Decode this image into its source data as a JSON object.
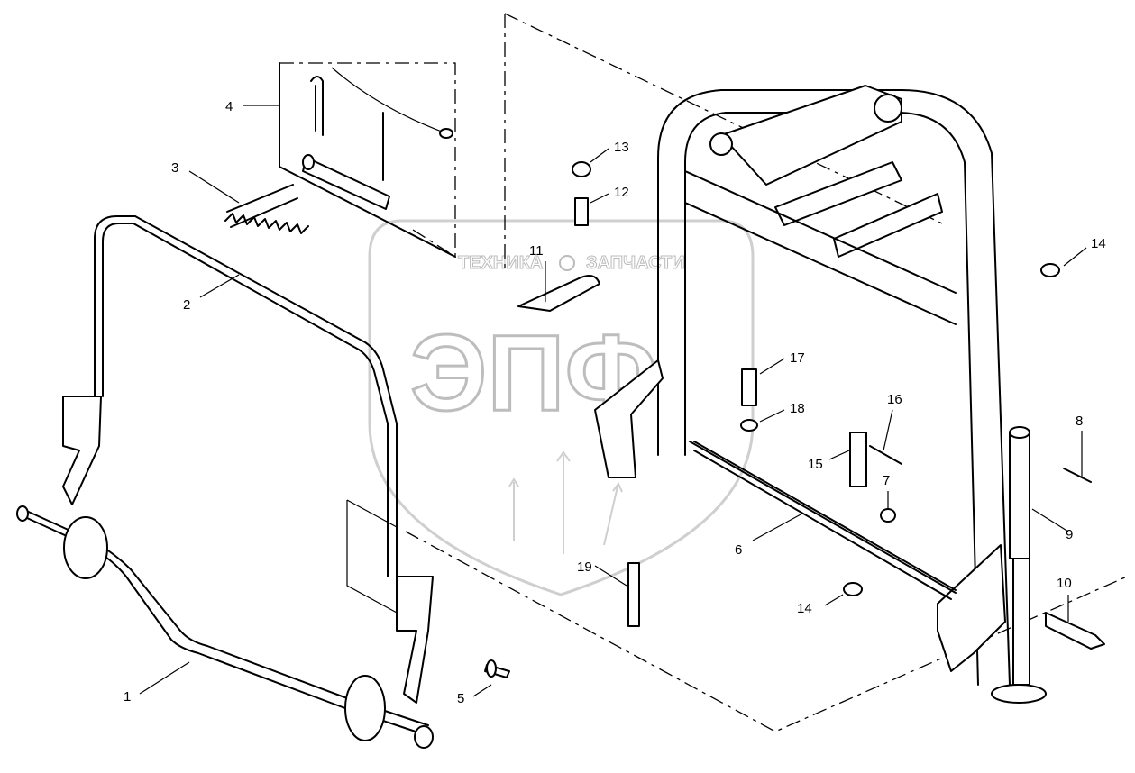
{
  "watermark": {
    "left_text": "ТЕХНИКА",
    "right_text": "ЗАПЧАСТИ",
    "logo_text": "ЭПФ",
    "colors": {
      "outline": "#bdbdbd"
    }
  },
  "callouts": [
    {
      "id": "1",
      "label": "1"
    },
    {
      "id": "2",
      "label": "2"
    },
    {
      "id": "3",
      "label": "3"
    },
    {
      "id": "4",
      "label": "4"
    },
    {
      "id": "5",
      "label": "5"
    },
    {
      "id": "6",
      "label": "6"
    },
    {
      "id": "7",
      "label": "7"
    },
    {
      "id": "8",
      "label": "8"
    },
    {
      "id": "9",
      "label": "9"
    },
    {
      "id": "10",
      "label": "10"
    },
    {
      "id": "11",
      "label": "11"
    },
    {
      "id": "12",
      "label": "12"
    },
    {
      "id": "13",
      "label": "13"
    },
    {
      "id": "14a",
      "label": "14"
    },
    {
      "id": "14b",
      "label": "14"
    },
    {
      "id": "15",
      "label": "15"
    },
    {
      "id": "16",
      "label": "16"
    },
    {
      "id": "17",
      "label": "17"
    },
    {
      "id": "18",
      "label": "18"
    },
    {
      "id": "19",
      "label": "19"
    }
  ]
}
